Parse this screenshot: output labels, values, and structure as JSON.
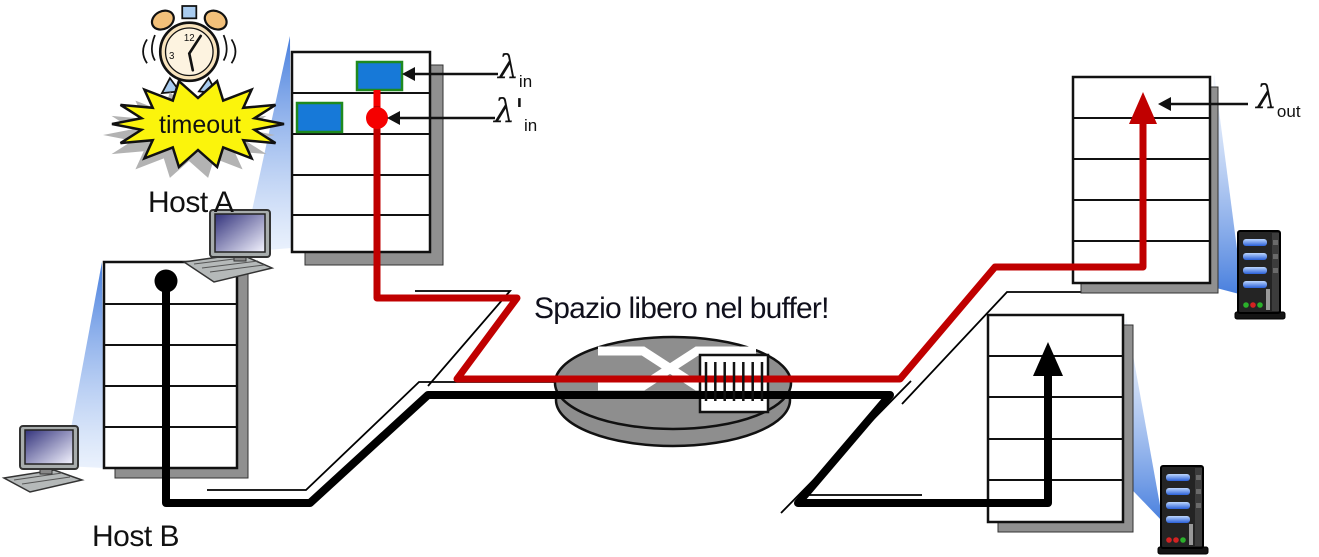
{
  "diagram": {
    "labels": {
      "timeout": "timeout",
      "host_a": "Host A",
      "host_b": "Host B",
      "buffer_note": "Spazio libero nel buffer!"
    },
    "rates": {
      "lambda_in": {
        "base": "λ",
        "sub": "in"
      },
      "lambda_in_retx": {
        "base": "λ'",
        "sub": "in"
      },
      "lambda_out": {
        "base": "λ",
        "sub": "out"
      }
    },
    "clock_face": {
      "top_number": "12",
      "side_number": "3"
    },
    "icons": [
      "alarm-clock-icon",
      "timeout-starburst",
      "desktop-computer-icon",
      "server-tower-icon",
      "router-icon",
      "switch-fabric-icon",
      "packet-queue-icon"
    ],
    "colors": {
      "flow_a_red": "#c00000",
      "packet_dot_red": "#f50000",
      "flow_b_black": "#000000",
      "packet_blue": "#1779d8",
      "packet_border_green": "#1f8a1f",
      "router_gray": "#8e8e8e",
      "starburst_yellow": "#fbf40c",
      "beam_blue": "#4a86e8",
      "shadow_gray": "#909090"
    }
  }
}
